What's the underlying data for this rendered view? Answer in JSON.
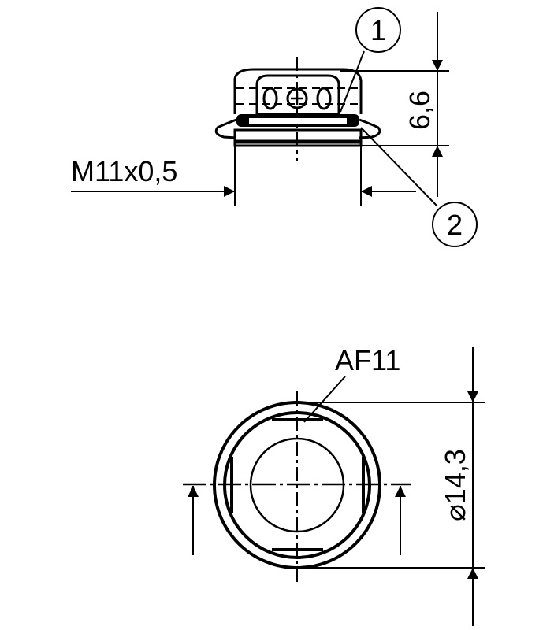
{
  "side_view": {
    "callout_1": "1",
    "callout_2": "2",
    "height_dimension": "6,6",
    "thread_dimension": "M11x0,5"
  },
  "bottom_view": {
    "across_flats_label": "AF11",
    "diameter_dimension": "⌀14,3"
  },
  "colors": {
    "line": "#000000",
    "background": "#ffffff"
  }
}
